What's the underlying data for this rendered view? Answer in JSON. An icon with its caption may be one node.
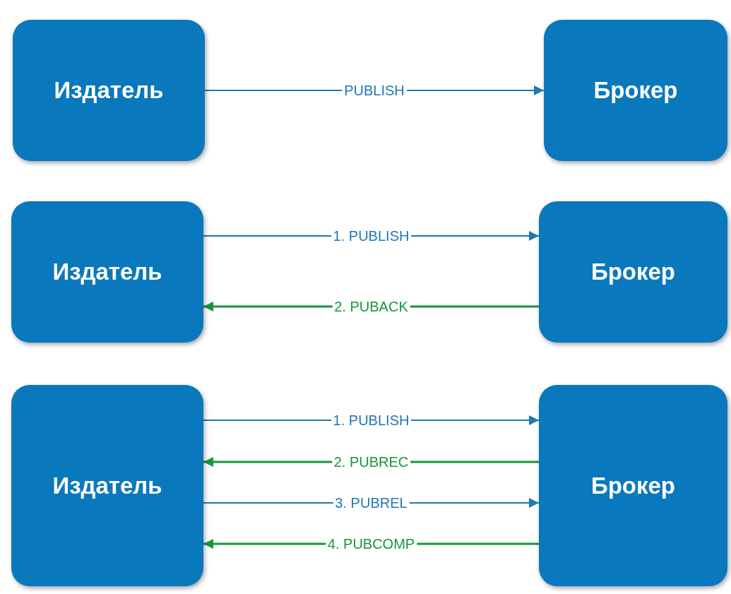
{
  "diagram": {
    "nodes": [
      {
        "text": [
          "Издатель"
        ]
      },
      {
        "text": [
          "Брокер"
        ]
      },
      {
        "text": [
          "Издатель"
        ]
      },
      {
        "text": [
          "Брокер"
        ]
      },
      {
        "text": [
          "Издатель"
        ]
      },
      {
        "text": [
          "Брокер"
        ]
      }
    ],
    "edges": [
      {
        "from": 0,
        "to": 1,
        "arrow": "to",
        "label": "PUBLISH"
      },
      {
        "from": 2,
        "to": 3,
        "arrow": "to",
        "label": "1. PUBLISH"
      },
      {
        "from": 3,
        "to": 2,
        "arrow": "to",
        "label": "2. PUBACK",
        "color": "#17963b"
      },
      {
        "from": 4,
        "to": 5,
        "arrow": "to",
        "label": "1. PUBLISH"
      },
      {
        "from": 5,
        "to": 4,
        "arrow": "to",
        "label": "2. PUBREC",
        "color": "#17963b"
      },
      {
        "from": 4,
        "to": 5,
        "arrow": "to",
        "label": "3. PUBREL"
      },
      {
        "from": 5,
        "to": 4,
        "arrow": "to",
        "label": "4. PUBCOMP",
        "color": "#17963b"
      }
    ]
  }
}
